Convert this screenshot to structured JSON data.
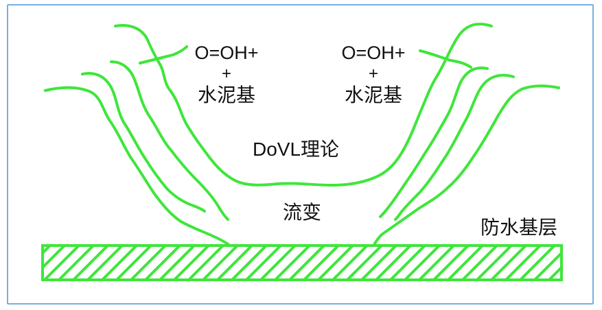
{
  "left_group": {
    "formula": "O=OH+",
    "plus": "+",
    "base": "水泥基"
  },
  "right_group": {
    "formula": "O=OH+",
    "plus": "+",
    "base": "水泥基"
  },
  "theory_label": "DoVL理论",
  "flow_label": "流变",
  "substrate_label": "防水基层",
  "colors": {
    "fiber": "#3ee63a",
    "frame": "#79aedf",
    "text": "#111111"
  }
}
